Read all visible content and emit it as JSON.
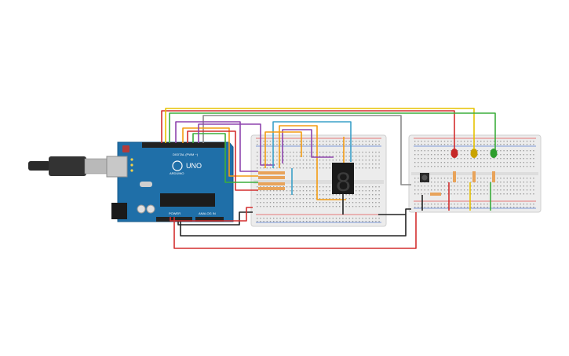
{
  "canvas": {
    "background": "#ffffff"
  },
  "arduino": {
    "brand_label": "ARDUINO",
    "model_label": "UNO",
    "digital_label": "DIGITAL (PWM ~)",
    "power_label": "POWER",
    "analog_label": "ANALOG IN",
    "board_color": "#1f6fa8",
    "header_color": "#222222"
  },
  "display": {
    "digit": "8",
    "segment_color": "#3c3c3c",
    "body_color": "#1a1a1a"
  },
  "leds": [
    {
      "color_name": "red",
      "color": "#c62828"
    },
    {
      "color_name": "yellow",
      "color": "#c9a300"
    },
    {
      "color_name": "green",
      "color": "#2e9d2e"
    }
  ],
  "wire_colors": {
    "red": "#d32f2f",
    "black": "#222222",
    "yellow": "#e6c200",
    "green": "#3cae3c",
    "orange": "#f39c12",
    "purple": "#8e44ad",
    "cyan": "#3aa0c8",
    "gray": "#8a8a8a"
  },
  "breadboard": {
    "body_color": "#ececec",
    "rail_red": "#e05050",
    "rail_blue": "#5a7fd0"
  },
  "usb": {
    "color": "#2a2a2a"
  }
}
